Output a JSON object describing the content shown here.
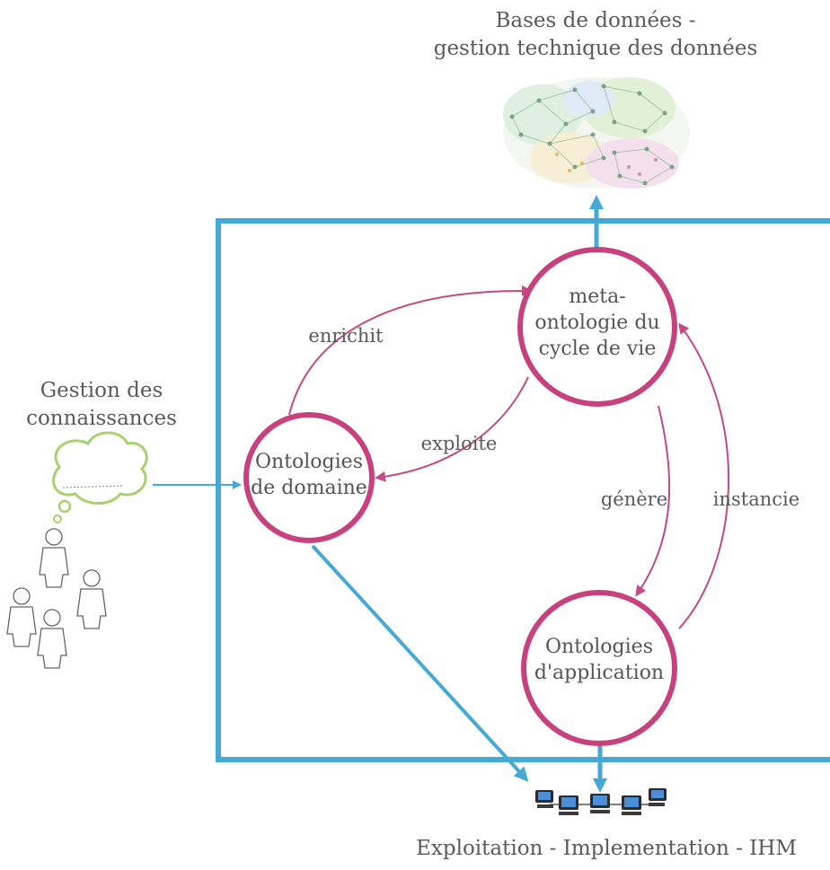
{
  "colors": {
    "frame": "#45a9d6",
    "node_stroke": "#c7417f",
    "edge": "#c34a82",
    "text": "#555555"
  },
  "top": {
    "line1": "Bases de données -",
    "line2": "gestion technique des données",
    "icon": "database-network-cloud-icon"
  },
  "left": {
    "line1": "Gestion des",
    "line2": "connaissances",
    "icon": "people-thought-bubble-icon"
  },
  "bottom": {
    "label": "Exploitation - Implementation - IHM",
    "icon": "networked-computers-icon"
  },
  "nodes": {
    "meta": {
      "line1": "meta-",
      "line2": "ontologie du",
      "line3": "cycle de vie"
    },
    "domain": {
      "line1": "Ontologies",
      "line2": "de domaine"
    },
    "application": {
      "line1": "Ontologies",
      "line2": "d'application"
    }
  },
  "edges": {
    "enrichit": "enrichit",
    "exploite": "exploite",
    "genere": "génère",
    "instancie": "instancie"
  }
}
